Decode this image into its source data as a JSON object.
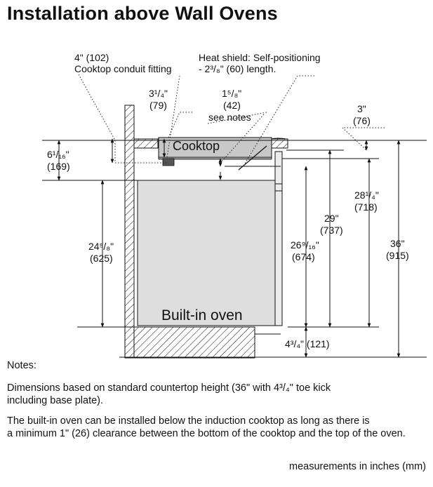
{
  "page": {
    "title": "Installation above Wall Ovens"
  },
  "callouts": {
    "conduit_dim": "4\" (102)",
    "conduit_label": "Cooktop conduit fitting",
    "shield_line1": "Heat shield: Self-positioning",
    "shield_line2": "- 2³/₈\" (60) length.",
    "d_3_1_4": "3¹/₄\"",
    "d_3_1_4_mm": "(79)",
    "d_1_5_8": "1⁵/₈\"",
    "d_1_5_8_mm": "(42)",
    "see_notes": "see notes",
    "d_3": "3\"",
    "d_3_mm": "(76)",
    "d_6_1_16": "6¹/₁₆\"",
    "d_6_1_16_mm": "(169)",
    "d_24_5_8": "24⁵/₈\"",
    "d_24_5_8_mm": "(625)",
    "d_26_9_16": "26⁹/₁₆\"",
    "d_26_9_16_mm": "(674)",
    "d_29": "29\"",
    "d_29_mm": "(737)",
    "d_28_1_4": "28¹/₄\"",
    "d_28_1_4_mm": "(718)",
    "d_36": "36\"",
    "d_36_mm": "(915)",
    "d_4_3_4": "4³/₄\" (121)"
  },
  "parts": {
    "cooktop": "Cooktop",
    "oven": "Built-in oven"
  },
  "notes": {
    "heading": "Notes:",
    "note1_line1": "Dimensions based on standard countertop height (36\" with 4³/₄\" toe kick",
    "note1_line2": "including base plate).",
    "note2_line1": "The built-in oven can be installed below the induction cooktop as long as there is",
    "note2_line2": "a minimum 1\" (26) clearance between the bottom of the cooktop and the top of the oven."
  },
  "footer": {
    "units": "measurements in inches (mm)"
  },
  "colors": {
    "cooktop_fill": "#c8c8c8",
    "oven_fill": "#dedede",
    "line": "#111111"
  }
}
